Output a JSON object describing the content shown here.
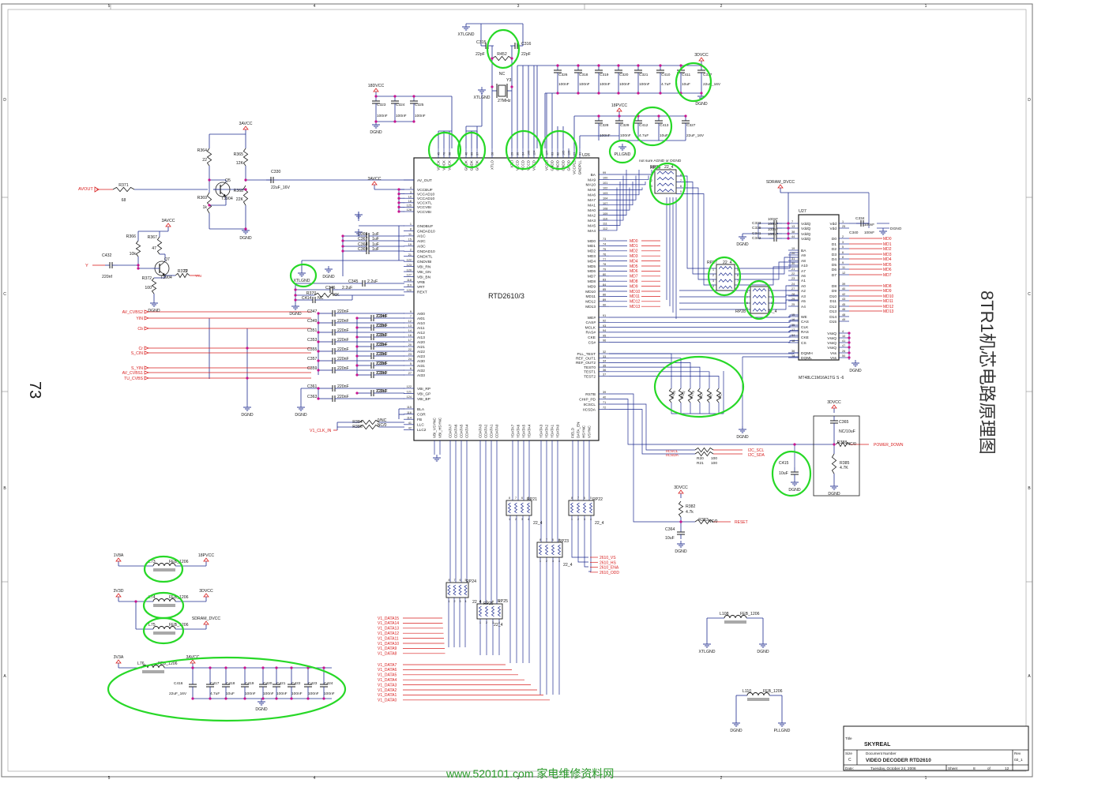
{
  "page_number": "73",
  "vertical_title": "8TR1机芯电路原理图",
  "watermark": "www.520101.com 家电维修资料网",
  "border": {
    "cols": [
      "5",
      "4",
      "3",
      "2",
      "1"
    ],
    "rows": [
      "D",
      "C",
      "B",
      "A"
    ]
  },
  "title_block": {
    "title_label": "Title",
    "company": "SKYREAL",
    "size_label": "Size",
    "size": "C",
    "docnum_label": "Document Number",
    "docnum": "VIDEO DECODER RTD2610",
    "rev_label": "Rev",
    "rev": "02_1",
    "date_label": "Date:",
    "date": "Tuesday, October 24, 2006",
    "sheet_label": "Sheet",
    "sheet": "8",
    "of_label": "of",
    "total": "12"
  },
  "u26": {
    "ref": "U26",
    "part": "RTD2610/3",
    "left_pins": [
      "AV_OUT",
      "VCCBUF",
      "VCCAD10",
      "VCCAD10",
      "VCCXTL",
      "VCCVBI",
      "VCCVBI",
      "GNDBUF",
      "GNDAD10",
      "AI1C",
      "AI2C",
      "AI3C",
      "GNDAD10",
      "GNDXTL",
      "GNDVBI",
      "VBI_RN",
      "VBI_GN",
      "VBI_BN",
      "VRB",
      "VRT",
      "REXT",
      "AI00",
      "AI01",
      "AI10",
      "AI11",
      "AI12",
      "AI13",
      "AI20",
      "AI21",
      "AI22",
      "AI23",
      "AI30",
      "AI31",
      "AI32",
      "AI33",
      "VBI_RP",
      "VBI_GP",
      "VBI_BP",
      "BLA",
      "COR",
      "FB",
      "LLC",
      "LLC2"
    ],
    "right_pins": [
      "BA",
      "MA9",
      "MA10",
      "MA8",
      "MA6",
      "MA7",
      "MA1",
      "MA0",
      "MA2",
      "MA3",
      "MA5",
      "MA4",
      "MD0",
      "MD1",
      "MD2",
      "MD3",
      "MD4",
      "MD5",
      "MD6",
      "MD7",
      "MD8",
      "MD9",
      "MD10",
      "MD11",
      "MD12",
      "MD13",
      "WE#",
      "CAS#",
      "MCLK",
      "RAS#",
      "CKE",
      "CS#",
      "PLL_TEST",
      "REF_OUT1",
      "REF_OUT2",
      "TEST0",
      "TEST1",
      "TEST2",
      "RSTB",
      "CHIP_PD",
      "IICSCL",
      "IICSDA"
    ],
    "right_pin_nums": [
      "99",
      "100",
      "101",
      "102",
      "103",
      "104",
      "107",
      "108",
      "109",
      "110",
      "111",
      "112",
      "73",
      "74",
      "75",
      "76",
      "77",
      "78",
      "79",
      "80",
      "83",
      "84",
      "85",
      "86",
      "89",
      "90",
      "91",
      "92",
      "93",
      "94",
      "95",
      "96",
      "32",
      "33",
      "34",
      "35",
      "36",
      "37",
      "39",
      "40",
      "71",
      "72"
    ],
    "top_pins": [
      "VDCK",
      "VDCK",
      "VDCK",
      "GNDK",
      "GNDK",
      "GNDK",
      "XTLO",
      "XTLI",
      "VCCD",
      "VCCD",
      "VCCD",
      "VCCD",
      "VCCD",
      "GNDD",
      "GNDD",
      "GNDD",
      "GNDD",
      "VCCPLL",
      "GNDPLL"
    ],
    "top_pin_nums": [
      "45",
      "70",
      "98",
      "46",
      "69",
      "97",
      "28",
      "29",
      "30",
      "64",
      "106",
      "124",
      "127",
      "63",
      "82",
      "105",
      "126",
      "27",
      "31"
    ],
    "bottom_pins": [
      "VBI_VSYNC",
      "VBI_HSYNC",
      "CDATA7",
      "CDATA6",
      "CDATA5",
      "CDATA4",
      "CDATA3",
      "CDATA2",
      "CDATA1",
      "CDATA0",
      "YDATA7",
      "YDATA6",
      "YDATA5",
      "YDATA4",
      "YDATA3",
      "YDATA2",
      "YDATA1",
      "YDATA0",
      "FIELD",
      "DATA_EN",
      "HSYNC",
      "VSYNC"
    ]
  },
  "u27": {
    "ref": "U27",
    "part": "MT48LC1M16A1TG S -6",
    "left_pins": [
      "VddQ",
      "VddQ",
      "VddQ",
      "VddQ",
      "BA",
      "A9",
      "A8",
      "A10",
      "A7",
      "A6",
      "A1",
      "A0",
      "A2",
      "A3",
      "A5",
      "A4",
      "WE",
      "CAS",
      "CLK",
      "RAS",
      "CKE",
      "CS",
      "DQMH",
      "DQML"
    ],
    "left_pin_nums": [
      "7",
      "13",
      "38",
      "44",
      "19",
      "20",
      "31",
      "30",
      "21",
      "22",
      "23",
      "24",
      "27",
      "28",
      "29",
      "25",
      "15",
      "16",
      "35",
      "17",
      "34",
      "18",
      "36",
      "14"
    ],
    "right_pins": [
      "Vdd",
      "Vdd",
      "D0",
      "D1",
      "D2",
      "D3",
      "D4",
      "D5",
      "D6",
      "D7",
      "D8",
      "D9",
      "D10",
      "D11",
      "D12",
      "D13",
      "D14",
      "D15",
      "VssQ",
      "VssQ",
      "VssQ",
      "VssQ",
      "Vss",
      "Vss"
    ],
    "right_pin_nums": [
      "1",
      "25",
      "2",
      "3",
      "5",
      "6",
      "8",
      "9",
      "11",
      "12",
      "39",
      "40",
      "42",
      "43",
      "45",
      "46",
      "48",
      "49",
      "4",
      "10",
      "41",
      "47",
      "26",
      "50"
    ]
  },
  "net_labels": {
    "md_right": [
      "MD0",
      "MD1",
      "MD2",
      "MD3",
      "MD4",
      "MD5",
      "MD6",
      "MD7"
    ],
    "md_right2": [
      "MD8",
      "MD9",
      "MD10",
      "MD11",
      "MD12",
      "MD13"
    ],
    "md_mid": [
      "MD0",
      "MD1",
      "MD2",
      "MD3",
      "MD4",
      "MD5",
      "MD6",
      "MD7",
      "MD8",
      "MD9",
      "MD10",
      "MD11",
      "MD12",
      "MD13"
    ],
    "inputs_left": [
      "AV_CVBS2",
      "YIN",
      "Cb",
      "Cr",
      "S_CIN",
      "S_YIN",
      "AV_CVBS1",
      "TU_CVBS"
    ],
    "v1_data_a": [
      "V1_DATA15",
      "V1_DATA14",
      "V1_DATA13",
      "V1_DATA12",
      "V1_DATA11",
      "V1_DATA10",
      "V1_DATA9",
      "V1_DATA8"
    ],
    "v1_data_b": [
      "V1_DATA7",
      "V1_DATA6",
      "V1_DATA5",
      "V1_DATA4",
      "V1_DATA3",
      "V1_DATA2",
      "V1_DATA1",
      "V1_DATA0"
    ],
    "sync_out": [
      "2610_VS",
      "2610_HS",
      "2610_ENA",
      "2610_ODD"
    ],
    "av_out": "AVOUT",
    "y_in": "Y",
    "yin_out": "YIN",
    "v1_clk": "V1_CLK_IN",
    "i2c_scl": "I2C_SCL",
    "i2c_sda": "I2C_SDA",
    "power_down": "POWER_DOWN",
    "reset": "RESET",
    "iicscl": "IICSCL",
    "iicsda": "IICSDA"
  },
  "power_labels": {
    "v3avcc": "3AVCC",
    "v3dvcc": "3DVCC",
    "v18dvcc": "18DVCC",
    "v18pvcc": "18PVCC",
    "sdram_dvcc": "SDRAM_DVCC",
    "v1v8a": "1V8A",
    "v3v3d": "3V3D",
    "v3v3a": "3V3A",
    "dgnd": "DGND",
    "xtlgnd": "XTLGND",
    "pllgnd": "PLLGND",
    "dgno": "DGNO"
  },
  "components": {
    "crystal": {
      "ref": "Y3",
      "value": "27MHz",
      "nc": "NC",
      "r": "R452",
      "c1": "C315",
      "c1v": "22pF",
      "c2": "C316",
      "c2v": "22pF"
    },
    "caps_top": [
      {
        "ref": "C326",
        "val": "100nF"
      },
      {
        "ref": "C318",
        "val": "100nF"
      },
      {
        "ref": "C319",
        "val": "100nF"
      },
      {
        "ref": "C320",
        "val": "100nF"
      },
      {
        "ref": "C321",
        "val": "100nF"
      },
      {
        "ref": "C410",
        "val": "4.7uF"
      },
      {
        "ref": "C411",
        "val": "10uF"
      },
      {
        "ref": "C317",
        "val": "22uF_16V"
      }
    ],
    "caps_18d": [
      {
        "ref": "C323",
        "val": "100nF"
      },
      {
        "ref": "C324",
        "val": "100nF"
      },
      {
        "ref": "C325",
        "val": "100nF"
      }
    ],
    "caps_pll": [
      {
        "ref": "C328",
        "val": "100nF"
      },
      {
        "ref": "C329",
        "val": "100nF"
      },
      {
        "ref": "C412",
        "val": "4.7uF"
      },
      {
        "ref": "C413",
        "val": "10uF"
      },
      {
        "ref": "C327",
        "val": "22uF_16V"
      }
    ],
    "transistors": [
      {
        "ref": "Q5",
        "type": "T3904"
      },
      {
        "ref": "Q7",
        "type": "T3904"
      }
    ],
    "resistors_left": [
      {
        "ref": "R364",
        "val": "22"
      },
      {
        "ref": "R365",
        "val": "12K"
      },
      {
        "ref": "R368",
        "val": "22K"
      },
      {
        "ref": "R369",
        "val": "1k"
      },
      {
        "ref": "R371",
        "val": "68"
      },
      {
        "ref": "R366",
        "val": "10k"
      },
      {
        "ref": "R367",
        "val": "47"
      },
      {
        "ref": "R373",
        "val": "22"
      },
      {
        "ref": "R372",
        "val": "100"
      }
    ],
    "c330": {
      "ref": "C330",
      "val": "22uF_16V"
    },
    "c432": {
      "ref": "C432",
      "val": "220nf"
    },
    "rps": [
      {
        "ref": "RP26",
        "val": "22_4"
      },
      {
        "ref": "RP27",
        "val": "22_4"
      },
      {
        "ref": "RP28",
        "val": "22_4"
      },
      {
        "ref": "RP21",
        "val": "22_4"
      },
      {
        "ref": "RP22",
        "val": "22_4"
      },
      {
        "ref": "RP23",
        "val": "22_4"
      },
      {
        "ref": "RP24",
        "val": "22_4"
      },
      {
        "ref": "RP25",
        "val": "22_4"
      }
    ],
    "ferrites": [
      {
        "ref": "L73",
        "val": "FEB_1206",
        "from": "1V8A",
        "to": "18PVCC"
      },
      {
        "ref": "L74",
        "val": "FEB_1206",
        "from": "3V3D",
        "to": "3DVCC"
      },
      {
        "ref": "L75",
        "val": "FEB_1206",
        "from": "",
        "to": "SDRAM_DVCC"
      },
      {
        "ref": "L76",
        "val": "FEB_1206",
        "from": "3V3A",
        "to": "3AVCC"
      },
      {
        "ref": "L108",
        "val": "FEB_1206"
      },
      {
        "ref": "L110",
        "val": "FEB_1206"
      }
    ],
    "bottom_caps": [
      {
        "ref": "C416",
        "val": "22uF_16V"
      },
      {
        "ref": "C417",
        "val": "4.7uF"
      },
      {
        "ref": "C418",
        "val": "10uF"
      },
      {
        "ref": "C419",
        "val": "100nF"
      },
      {
        "ref": "C420",
        "val": "100nF"
      },
      {
        "ref": "C421",
        "val": "100nF"
      },
      {
        "ref": "C422",
        "val": "100nF"
      },
      {
        "ref": "C423",
        "val": "100nF"
      },
      {
        "ref": "C424",
        "val": "100nF"
      }
    ],
    "sdram_caps": [
      {
        "ref": "C333",
        "val": "100nF"
      },
      {
        "ref": "C339",
        "val": "100nF"
      },
      {
        "ref": "C341",
        "val": "100nF"
      },
      {
        "ref": "C342",
        "val": "100nF"
      },
      {
        "ref": "C334",
        "val": "100nF"
      },
      {
        "ref": "C340",
        "val": "100nF"
      }
    ],
    "input_caps": [
      {
        "ref": "C347",
        "val": "220nF"
      },
      {
        "ref": "C348",
        "val": "220nF"
      },
      {
        "ref": "C349",
        "val": "220nF"
      },
      {
        "ref": "C350",
        "val": "220nF"
      },
      {
        "ref": "C351",
        "val": "220nF"
      },
      {
        "ref": "C352",
        "val": "220nF"
      },
      {
        "ref": "C353",
        "val": "220nF"
      },
      {
        "ref": "C354",
        "val": "220nF"
      },
      {
        "ref": "C355",
        "val": "220nF"
      },
      {
        "ref": "C356",
        "val": "220nF"
      },
      {
        "ref": "C357",
        "val": "220nF"
      },
      {
        "ref": "C358",
        "val": "220nF"
      },
      {
        "ref": "C359",
        "val": "220nF"
      },
      {
        "ref": "C360",
        "val": "220nF"
      },
      {
        "ref": "C361",
        "val": "220nF"
      },
      {
        "ref": "C362",
        "val": "220nF"
      },
      {
        "ref": "C363",
        "val": "220nF"
      }
    ],
    "ai_caps": [
      {
        "ref": "C366",
        "val": "1uF"
      },
      {
        "ref": "C367",
        "val": "1uF"
      },
      {
        "ref": "C368",
        "val": "1uF"
      },
      {
        "ref": "C369",
        "val": "1uF"
      }
    ],
    "misc": [
      {
        "ref": "C345",
        "val": "2.2uF"
      },
      {
        "ref": "C346",
        "val": "2.2uF"
      },
      {
        "ref": "R370",
        "val": "15K"
      },
      {
        "ref": "C414",
        "val": "NC"
      },
      {
        "ref": "R384",
        "val": "0/NC"
      },
      {
        "ref": "R386",
        "val": "NC/0"
      },
      {
        "ref": "R20",
        "val": "100"
      },
      {
        "ref": "R21",
        "val": "100"
      },
      {
        "ref": "C365",
        "val": "NC/10uF"
      },
      {
        "ref": "R388",
        "val": "NC/0"
      },
      {
        "ref": "R385",
        "val": "4.7K"
      },
      {
        "ref": "C415",
        "val": "10uF"
      },
      {
        "ref": "R382",
        "val": "4.7k"
      },
      {
        "ref": "C364",
        "val": "10uF"
      },
      {
        "ref": "R383",
        "val": "NC/0"
      }
    ],
    "note": "not sure AGND or DGND"
  }
}
